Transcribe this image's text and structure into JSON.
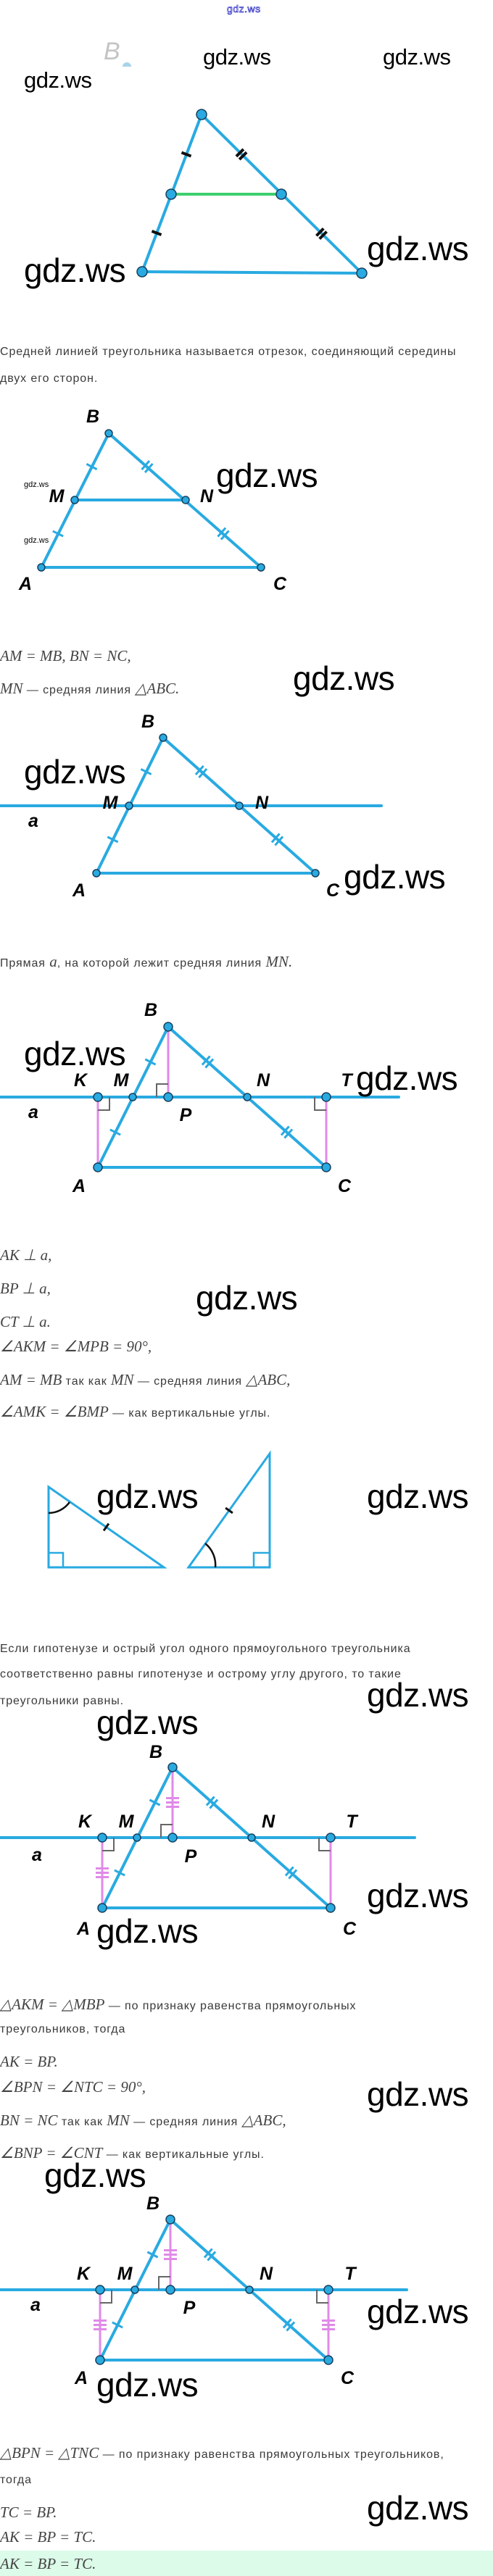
{
  "header": {
    "site": "gdz.ws"
  },
  "faded_label": "B",
  "watermark": "gdz.ws",
  "colors": {
    "line": "#29aae1",
    "mid_line": "#3ecf6e",
    "perpendicular": "#e08ae8",
    "right_angle": "#666666",
    "answer_bg": "#dcfbe9"
  },
  "figures": {
    "fig2": {
      "B": "B",
      "M": "M",
      "N": "N",
      "A": "A",
      "C": "C"
    },
    "fig3": {
      "B": "B",
      "M": "M",
      "N": "N",
      "A": "A",
      "C": "C",
      "a": "a"
    },
    "fig4": {
      "B": "B",
      "K": "K",
      "M": "M",
      "N": "N",
      "T": "T",
      "P": "P",
      "A": "A",
      "C": "C",
      "a": "a"
    },
    "fig5": {
      "B": "B",
      "K": "K",
      "M": "M",
      "N": "N",
      "T": "T",
      "P": "P",
      "A": "A",
      "C": "C",
      "a": "a"
    },
    "fig6": {
      "B": "B",
      "K": "K",
      "M": "M",
      "N": "N",
      "T": "T",
      "P": "P",
      "A": "A",
      "C": "C",
      "a": "a"
    }
  },
  "lines": [
    [
      [
        "t",
        "Средней линией треугольника называется отрезок, соединяющий середины"
      ]
    ],
    [
      [
        "t",
        "двух его сторон."
      ]
    ],
    [
      [
        "m",
        "AM = MB, BN = NC,"
      ]
    ],
    [
      [
        "m",
        "MN"
      ],
      [
        "t",
        " — средняя линия "
      ],
      [
        "m",
        "△ABC."
      ]
    ],
    [
      [
        "t",
        "Прямая "
      ],
      [
        "m",
        "a"
      ],
      [
        "t",
        ", на которой лежит средняя линия "
      ],
      [
        "m",
        "MN."
      ]
    ],
    [
      [
        "m",
        "AK ⊥ a,"
      ]
    ],
    [
      [
        "m",
        "BP ⊥ a,"
      ]
    ],
    [
      [
        "m",
        "CT ⊥ a."
      ]
    ],
    [
      [
        "m",
        "∠AKM = ∠MPB = 90°,"
      ]
    ],
    [
      [
        "m",
        "AM = MB"
      ],
      [
        "t",
        " так как "
      ],
      [
        "m",
        "MN"
      ],
      [
        "t",
        " — средняя линия "
      ],
      [
        "m",
        "△ABC,"
      ]
    ],
    [
      [
        "m",
        "∠AMK = ∠BMP"
      ],
      [
        "t",
        " — как вертикальные углы."
      ]
    ],
    [
      [
        "t",
        "Если гипотенузе и острый угол одного прямоугольного треугольника"
      ]
    ],
    [
      [
        "t",
        "соответственно равны гипотенузе и острому углу другого, то такие"
      ]
    ],
    [
      [
        "t",
        "треугольники равны."
      ]
    ],
    [
      [
        "m",
        "△AKM = △MBP"
      ],
      [
        "t",
        " — по признаку равенства прямоугольных"
      ]
    ],
    [
      [
        "t",
        "треугольников, тогда"
      ]
    ],
    [
      [
        "m",
        "AK = BP."
      ]
    ],
    [
      [
        "m",
        "∠BPN = ∠NTC = 90°,"
      ]
    ],
    [
      [
        "m",
        "BN = NC"
      ],
      [
        "t",
        " так как "
      ],
      [
        "m",
        "MN"
      ],
      [
        "t",
        " — средняя линия "
      ],
      [
        "m",
        "△ABC,"
      ]
    ],
    [
      [
        "m",
        "∠BNP = ∠CNT"
      ],
      [
        "t",
        " — как вертикальные углы."
      ]
    ],
    [
      [
        "m",
        "△BPN = △TNC"
      ],
      [
        "t",
        " — по признаку равенства прямоугольных треугольников,"
      ]
    ],
    [
      [
        "t",
        "тогда"
      ]
    ],
    [
      [
        "m",
        "TC = BP."
      ]
    ],
    [
      [
        "m",
        "AK = BP = TC."
      ]
    ],
    [
      [
        "m",
        "AK = BP = TC."
      ]
    ]
  ]
}
